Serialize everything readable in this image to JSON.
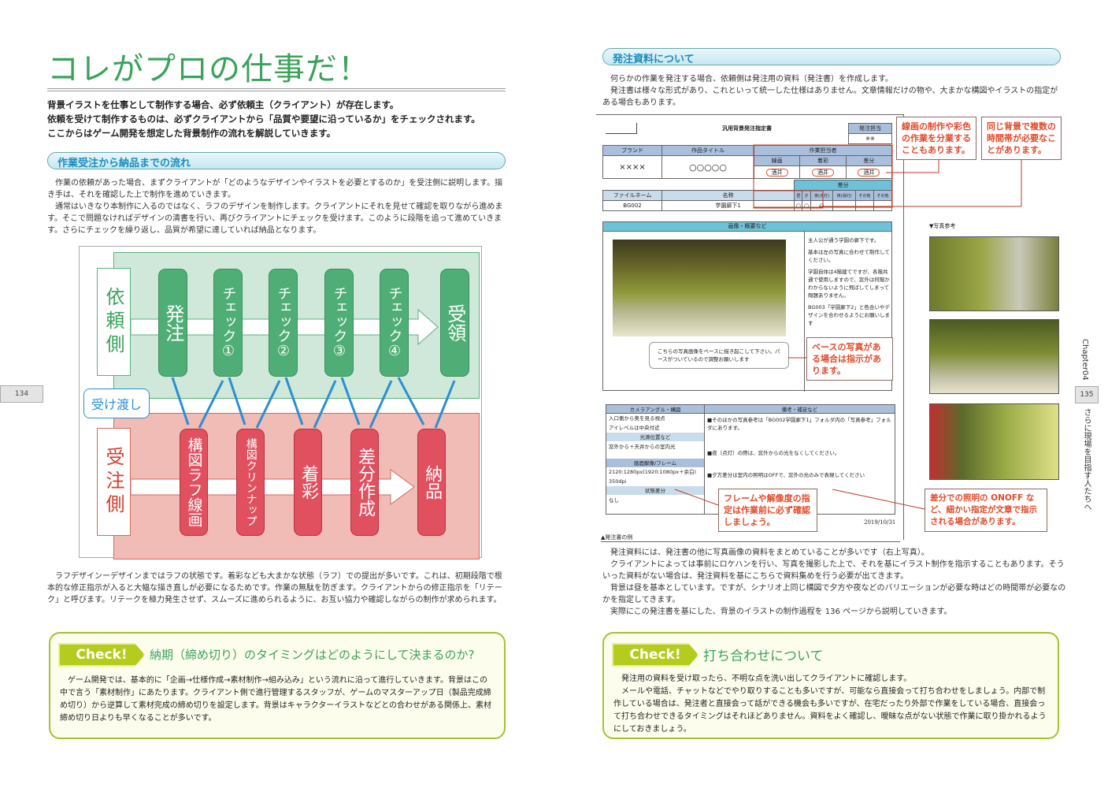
{
  "left_page": {
    "title": "コレがプロの仕事だ！",
    "lead": [
      "背景イラストを仕事として制作する場合、必ず依頼主（クライアント）が存在します。",
      "依頼を受けて制作するものは、必ずクライアントから「品質や要望に沿っているか」をチェックされます。",
      "ここからはゲーム開発を想定した背景制作の流れを解説していきます。"
    ],
    "section_title": "作業受注から納品までの流れ",
    "paragraphs": [
      "作業の依頼があった場合、まずクライアントが「どのようなデザインやイラストを必要とするのか」を受注側に説明します。描き手は、それを確認した上で制作を進めていきます。",
      "通常はいきなり本制作に入るのではなく、ラフのデザインを制作します。クライアントにそれを見せて確認を取りながら進めます。そこで問題なければデザインの清書を行い、再びクライアントにチェックを受けます。このように段階を追って進めていきます。さらにチェックを繰り返し、品質が希望に達していれば納品となります。"
    ],
    "diagram": {
      "client_label": "依頼側",
      "vendor_label": "受注側",
      "handoff_label": "受け渡し",
      "client_steps": [
        "発注",
        "チェック①",
        "チェック②",
        "チェック③",
        "チェック④",
        "受領"
      ],
      "vendor_steps": [
        "構図ラフ線画",
        "構図クリンナップ",
        "着彩",
        "差分作成",
        "納品"
      ]
    },
    "after_paragraph": "ラフデザインーデザインまではラフの状態です。着彩なども大まかな状態（ラフ）での提出が多いです。これは、初期段階で根本的な修正指示が入ると大幅な描き直しが必要になるためです。作業の無駄を防ぎます。クライアントからの修正指示を「リテーク」と呼びます。リテークを極力発生させず、スムーズに進められるように、お互い協力や確認しながらの制作が求められます。",
    "check": {
      "badge": "Check!",
      "title": "納期（締め切り）のタイミングはどのようにして決まるのか?",
      "body": "ゲーム開発では、基本的に「企画→仕様作成→素材制作→組み込み」という流れに沿って進行していきます。背景はこの中で言う「素材制作」にあたります。クライアント側で進行管理するスタッフが、ゲームのマスターアップ日（製品完成締め切り）から逆算して素材完成の締め切りを設定します。背景はキャラクターイラストなどとの合わせがある関係上、素材締め切り日よりも早くなることが多いです。"
    },
    "page_number": "134"
  },
  "right_page": {
    "section_title": "発注資料について",
    "paragraphs": [
      "何らかの作業を発注する場合、依頼側は発注用の資料（発注書）を作成します。",
      "発注書は様々な形式があり、これといって統一した仕様はありません。文章情報だけの物や、大まかな構図やイラストの指定がある場合もあります。"
    ],
    "form": {
      "title": "汎用背景発注指定書",
      "manager_header": "発注担当",
      "manager_value": "※※",
      "brand_header": "ブランド",
      "brand_value": "××××",
      "work_title_header": "作品タイトル",
      "work_title_value": "○○○○○",
      "staff_header": "作業担当者",
      "staff_cols": [
        "線画",
        "着彩",
        "差分"
      ],
      "staff_values": [
        "酒井",
        "酒井",
        "酒井"
      ],
      "diff_header": "差分",
      "file_header": "ファイルネーム",
      "file_value": "BG002",
      "name_header": "名称",
      "name_value": "学園廊下1",
      "diff_cols": [
        "昼",
        "夕",
        "夜(点灯)",
        "夜(消灯)",
        "その他",
        "その他"
      ],
      "diff_values": [
        "○",
        "○",
        "○",
        "",
        "",
        ""
      ],
      "image_header": "画像・概要など",
      "notes": [
        "主人公が通う学園の廊下です。",
        "基本は左の写真に合わせて制作してください。",
        "学園自体は4階建てですが、各階共通で使用しますので、窓外は何階かわからないように飛ばしてしまって問題ありません。",
        "BG003「学園廊下2」と色合いやデザインを合わせるようにお願いします"
      ],
      "photo_note": "こちらの写真画像をベースに描き起こして下さい。パースがついているので調整お願いします",
      "camera_header": "カメラアングル・構図",
      "camera_values": [
        "入口側から奥を見る視点",
        "アイレベルは中央付近"
      ],
      "light_header": "光源位置など",
      "light_value": "窓外から＋天井からの室内光",
      "res_header": "画面解像/フレーム",
      "res_values": [
        "2120:1280px(1920:1080px＋余白)",
        "350dpi"
      ],
      "state_header": "状態差分",
      "state_value": "なし",
      "remarks_header": "備考・補足など",
      "remarks": [
        "■そのほかの写真参考は「BG002学園廊下1」フォルダ内の「写真参考」フォルダにあります。",
        "■夜（点灯）の際は、窓外からの光をなくしてください。",
        "■夕方差分は室内の照明はOFFで、窓外の光のみで表現してください"
      ],
      "date": "2019/10/31",
      "caption": "▲発注書の例"
    },
    "callouts": [
      "線画の制作や彩色の作業を分業することもあります。",
      "同じ背景で複数の時間帯が必要なことがあります。",
      "ベースの写真がある場合は指示があります。",
      "フレームや解像度の指定は作業前に必ず確認しましょう。",
      "差分での照明の ONOFF など、細かい指定が文章で指示される場合があります。"
    ],
    "photo_ref_label": "▼写真参考",
    "after_paragraphs": [
      "発注資料には、発注書の他に写真画像の資料をまとめていることが多いです（右上写真）。",
      "クライアントによっては事前にロケハンを行い、写真を撮影した上で、それを基にイラスト制作を指示することもあります。そういった資料がない場合は、発注資料を基にこちらで資料集めを行う必要が出てきます。",
      "背景は昼を基本としています。ですが、シナリオ上同じ構図で夕方や夜などのバリエーションが必要な時はどの時間帯が必要なのかを指定してきます。",
      "実際にこの発注書を基にした、背景のイラストの制作過程を 136 ページから説明していきます。"
    ],
    "check": {
      "badge": "Check!",
      "title": "打ち合わせについて",
      "body": [
        "発注用の資料を受け取ったら、不明な点を洗い出してクライアントに確認します。",
        "メールや電話、チャットなどでやり取りすることも多いですが、可能なら直接会って打ち合わせをしましょう。内部で制作している場合は、発注者と直接会って話ができる機会も多いですが、在宅だったり外部で作業をしている場合、直接会って打ち合わせできるタイミングはそれほどありません。資料をよく確認し、曖昧な点がない状態で作業に取り掛かれるようにしておきましょう。"
      ]
    },
    "chapter": "Chapter04",
    "page_number": "135",
    "chapter_title": "さらに現場を目指す人たちへ"
  },
  "colors": {
    "green": "#3aa35a",
    "pill_green": "#4fae75",
    "pill_red": "#e0505f",
    "accent_blue": "#1a8cc0",
    "callout_red": "#e04a2a"
  }
}
